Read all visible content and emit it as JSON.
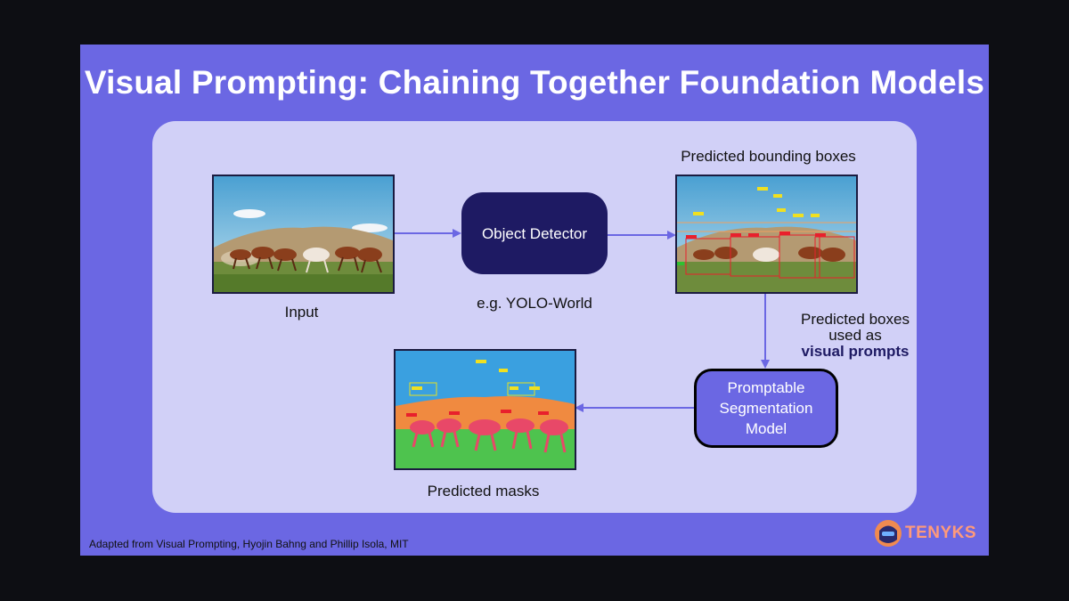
{
  "title": "Visual Prompting: Chaining Together Foundation Models",
  "labels": {
    "input": "Input",
    "predicted_boxes_top": "Predicted bounding boxes",
    "example_model": "e.g. YOLO-World",
    "boxes_line1": "Predicted boxes",
    "boxes_line2": "used as",
    "boxes_line3": "visual prompts",
    "predicted_masks": "Predicted masks"
  },
  "nodes": {
    "detector": "Object Detector",
    "segmenter": "Promptable Segmentation Model"
  },
  "footer": "Adapted from Visual Prompting, Hyojin Bahng and Phillip Isola, MIT",
  "logo_text": "TENYKS",
  "colors": {
    "slide_bg": "#6b67e3",
    "panel_bg": "#d1d0f7",
    "detector_bg": "#1e1a63",
    "arrow": "#6b67e3",
    "box_red": "#e8202c",
    "mask_red": "#e84868"
  }
}
